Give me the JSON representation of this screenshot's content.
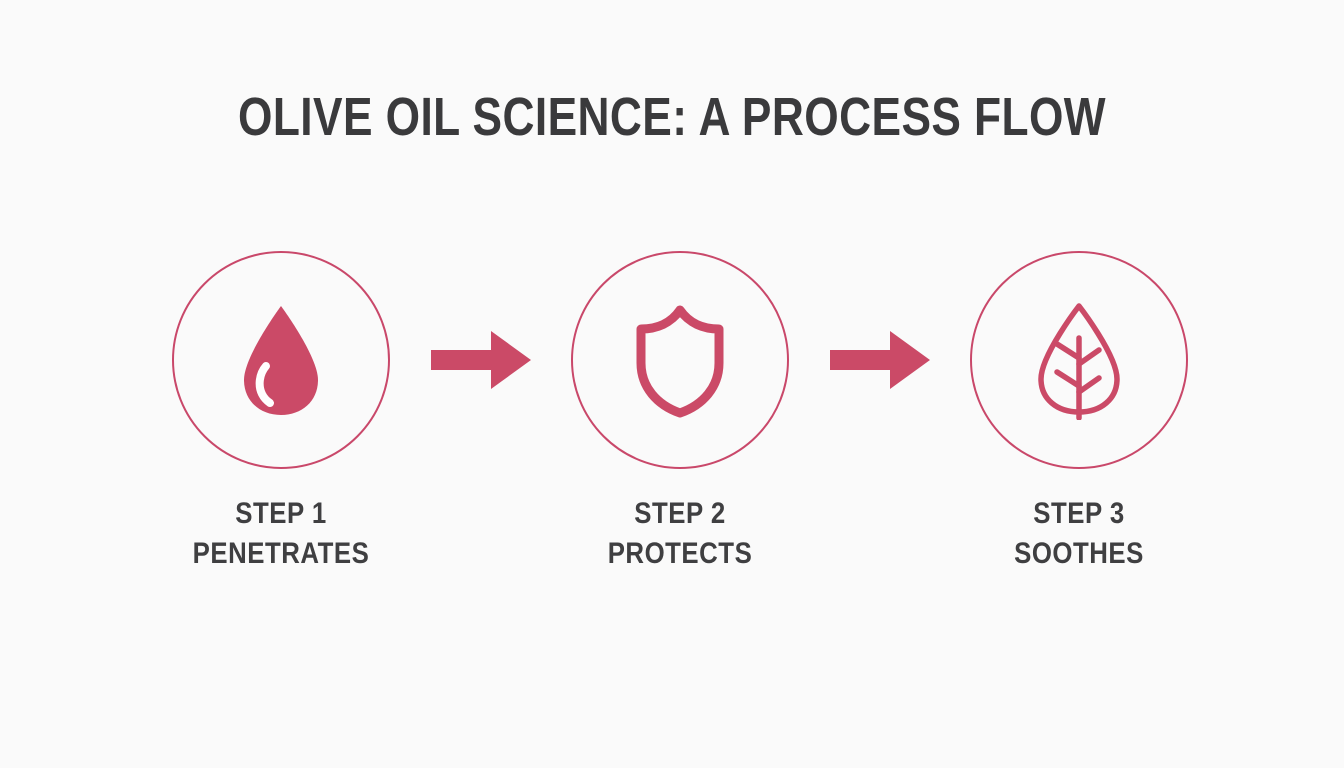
{
  "page": {
    "title": "OLIVE OIL SCIENCE: A PROCESS FLOW",
    "background_color": "#fafafa",
    "title_color": "#3a3a3c",
    "accent_color": "#c9486a"
  },
  "flow": {
    "steps": [
      {
        "icon": "droplet-icon",
        "step_label": "STEP 1",
        "name": "PENETRATES",
        "icon_style": "filled",
        "color": "#cb4a67"
      },
      {
        "icon": "shield-icon",
        "step_label": "STEP 2",
        "name": "PROTECTS",
        "icon_style": "outline",
        "color": "#cb4a67"
      },
      {
        "icon": "leaf-icon",
        "step_label": "STEP 3",
        "name": "SOOTHES",
        "icon_style": "outline",
        "color": "#cb4a67"
      }
    ],
    "connectors": [
      {
        "icon": "arrow-right-icon",
        "color": "#cb4a67"
      },
      {
        "icon": "arrow-right-icon",
        "color": "#cb4a67"
      }
    ]
  }
}
